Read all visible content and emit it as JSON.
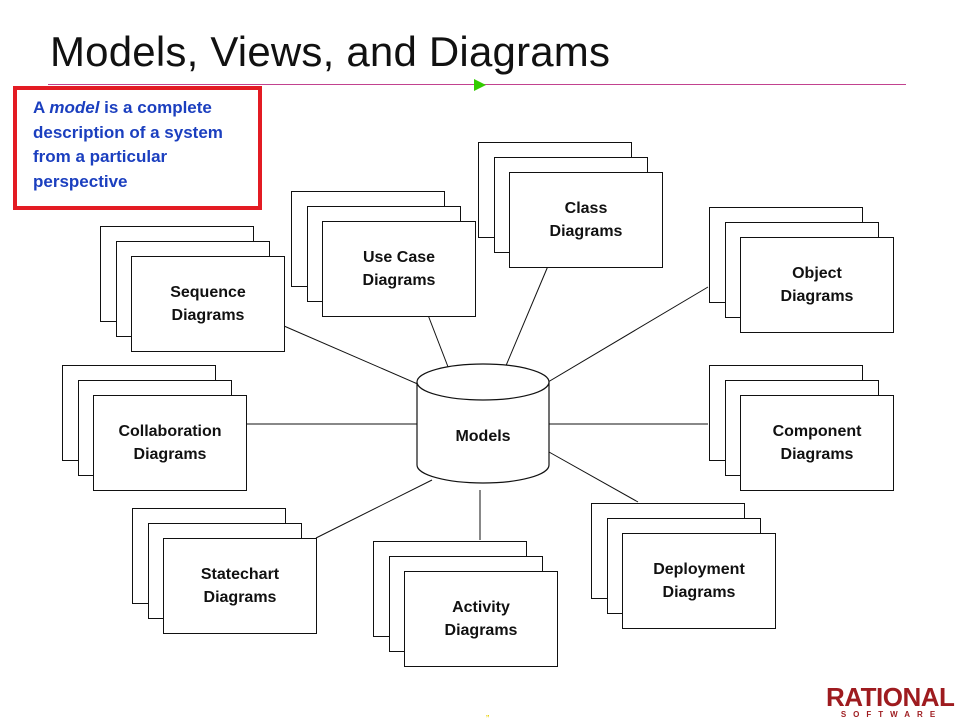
{
  "slide": {
    "title": "Models, Views, and Diagrams"
  },
  "callout": {
    "prefix": "A ",
    "emphasis": "model",
    "rest": " is a complete description of a system from a particular perspective"
  },
  "center": {
    "label": "Models"
  },
  "diagrams": [
    {
      "key": "class",
      "label": "Class\nDiagrams"
    },
    {
      "key": "use-case",
      "label": "Use Case\nDiagrams"
    },
    {
      "key": "object",
      "label": "Object\nDiagrams"
    },
    {
      "key": "sequence",
      "label": "Sequence\nDiagrams"
    },
    {
      "key": "collaboration",
      "label": "Collaboration\nDiagrams"
    },
    {
      "key": "component",
      "label": "Component\nDiagrams"
    },
    {
      "key": "statechart",
      "label": "Statechart\nDiagrams"
    },
    {
      "key": "deployment",
      "label": "Deployment\nDiagrams"
    },
    {
      "key": "activity",
      "label": "Activity\nDiagrams"
    }
  ],
  "logo": {
    "line1": "RATIONAL",
    "line2": "SOFTWARE"
  },
  "colors": {
    "callout_border": "#e31b23",
    "callout_text": "#1b3fbf",
    "title_rule": "#c2428f",
    "arrow": "#33cc00",
    "logo": "#9e1b1f"
  }
}
